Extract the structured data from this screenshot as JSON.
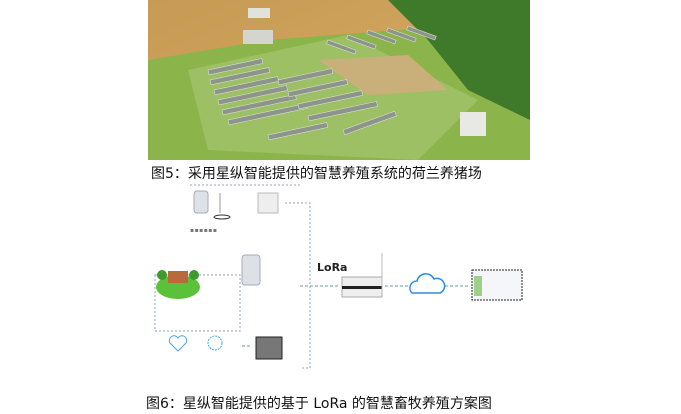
{
  "figure5": {
    "caption": "图5：采用星纵智能提供的智慧养殖系统的荷兰养猪场"
  },
  "figure6": {
    "caption": "图6：星纵智能提供的基于 LoRa 的智慧畜牧养殖方案图",
    "lora_logo": "LoRa",
    "colors": {
      "link": "#6a86b8",
      "cloud": "#2a8ee0",
      "grass": "#5cc13a"
    }
  }
}
